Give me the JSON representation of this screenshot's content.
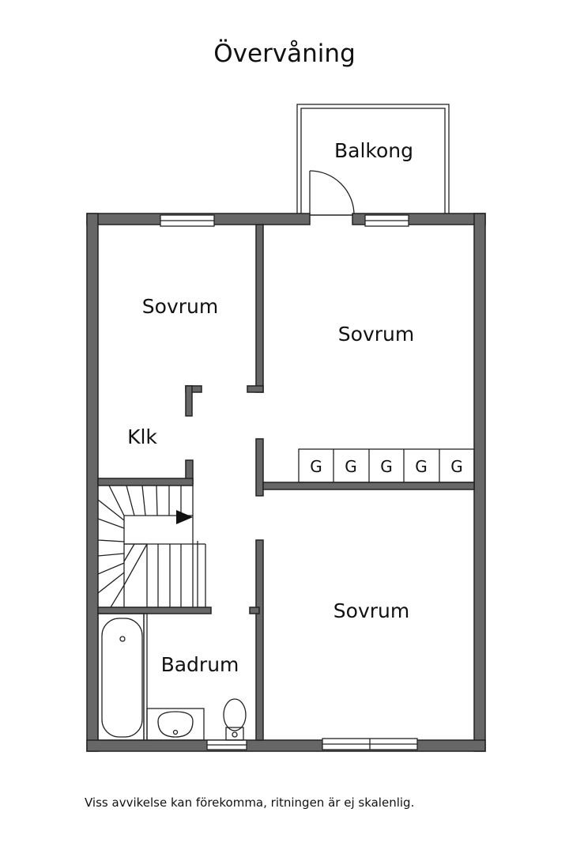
{
  "title": "Övervåning",
  "rooms": {
    "balcony": "Balkong",
    "bedroom_top_left": "Sovrum",
    "bedroom_top_right": "Sovrum",
    "closet": "Klk",
    "bedroom_bottom_right": "Sovrum",
    "bathroom": "Badrum"
  },
  "wardrobes": [
    "G",
    "G",
    "G",
    "G",
    "G"
  ],
  "disclaimer": "Viss avvikelse kan förekomma, ritningen är ej skalenlig.",
  "colors": {
    "wall": "#676767",
    "line": "#222222",
    "background": "#ffffff"
  }
}
